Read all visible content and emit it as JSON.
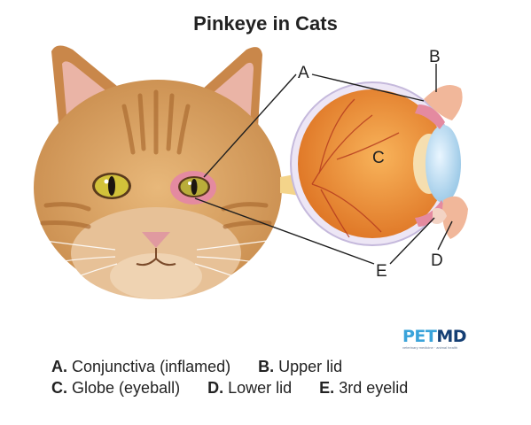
{
  "title": "Pinkeye in Cats",
  "diagram_labels": {
    "a": "A",
    "b": "B",
    "c": "C",
    "d": "D",
    "e": "E"
  },
  "legend": [
    {
      "letter": "A.",
      "text": "Conjunctiva (inflamed)"
    },
    {
      "letter": "B.",
      "text": "Upper lid"
    },
    {
      "letter": "C.",
      "text": "Globe (eyeball)"
    },
    {
      "letter": "D.",
      "text": "Lower lid"
    },
    {
      "letter": "E.",
      "text": "3rd eyelid"
    }
  ],
  "logo": {
    "pet": "PET",
    "md": "MD",
    "tagline": "veterinary medicine · animal health"
  },
  "colors": {
    "fur": "#d9a060",
    "fur_dark": "#b67a3f",
    "eye_globe": "#ec8e36",
    "inflamed": "#e48aa0",
    "logo_blue": "#3aa3da",
    "logo_navy": "#153f74"
  }
}
